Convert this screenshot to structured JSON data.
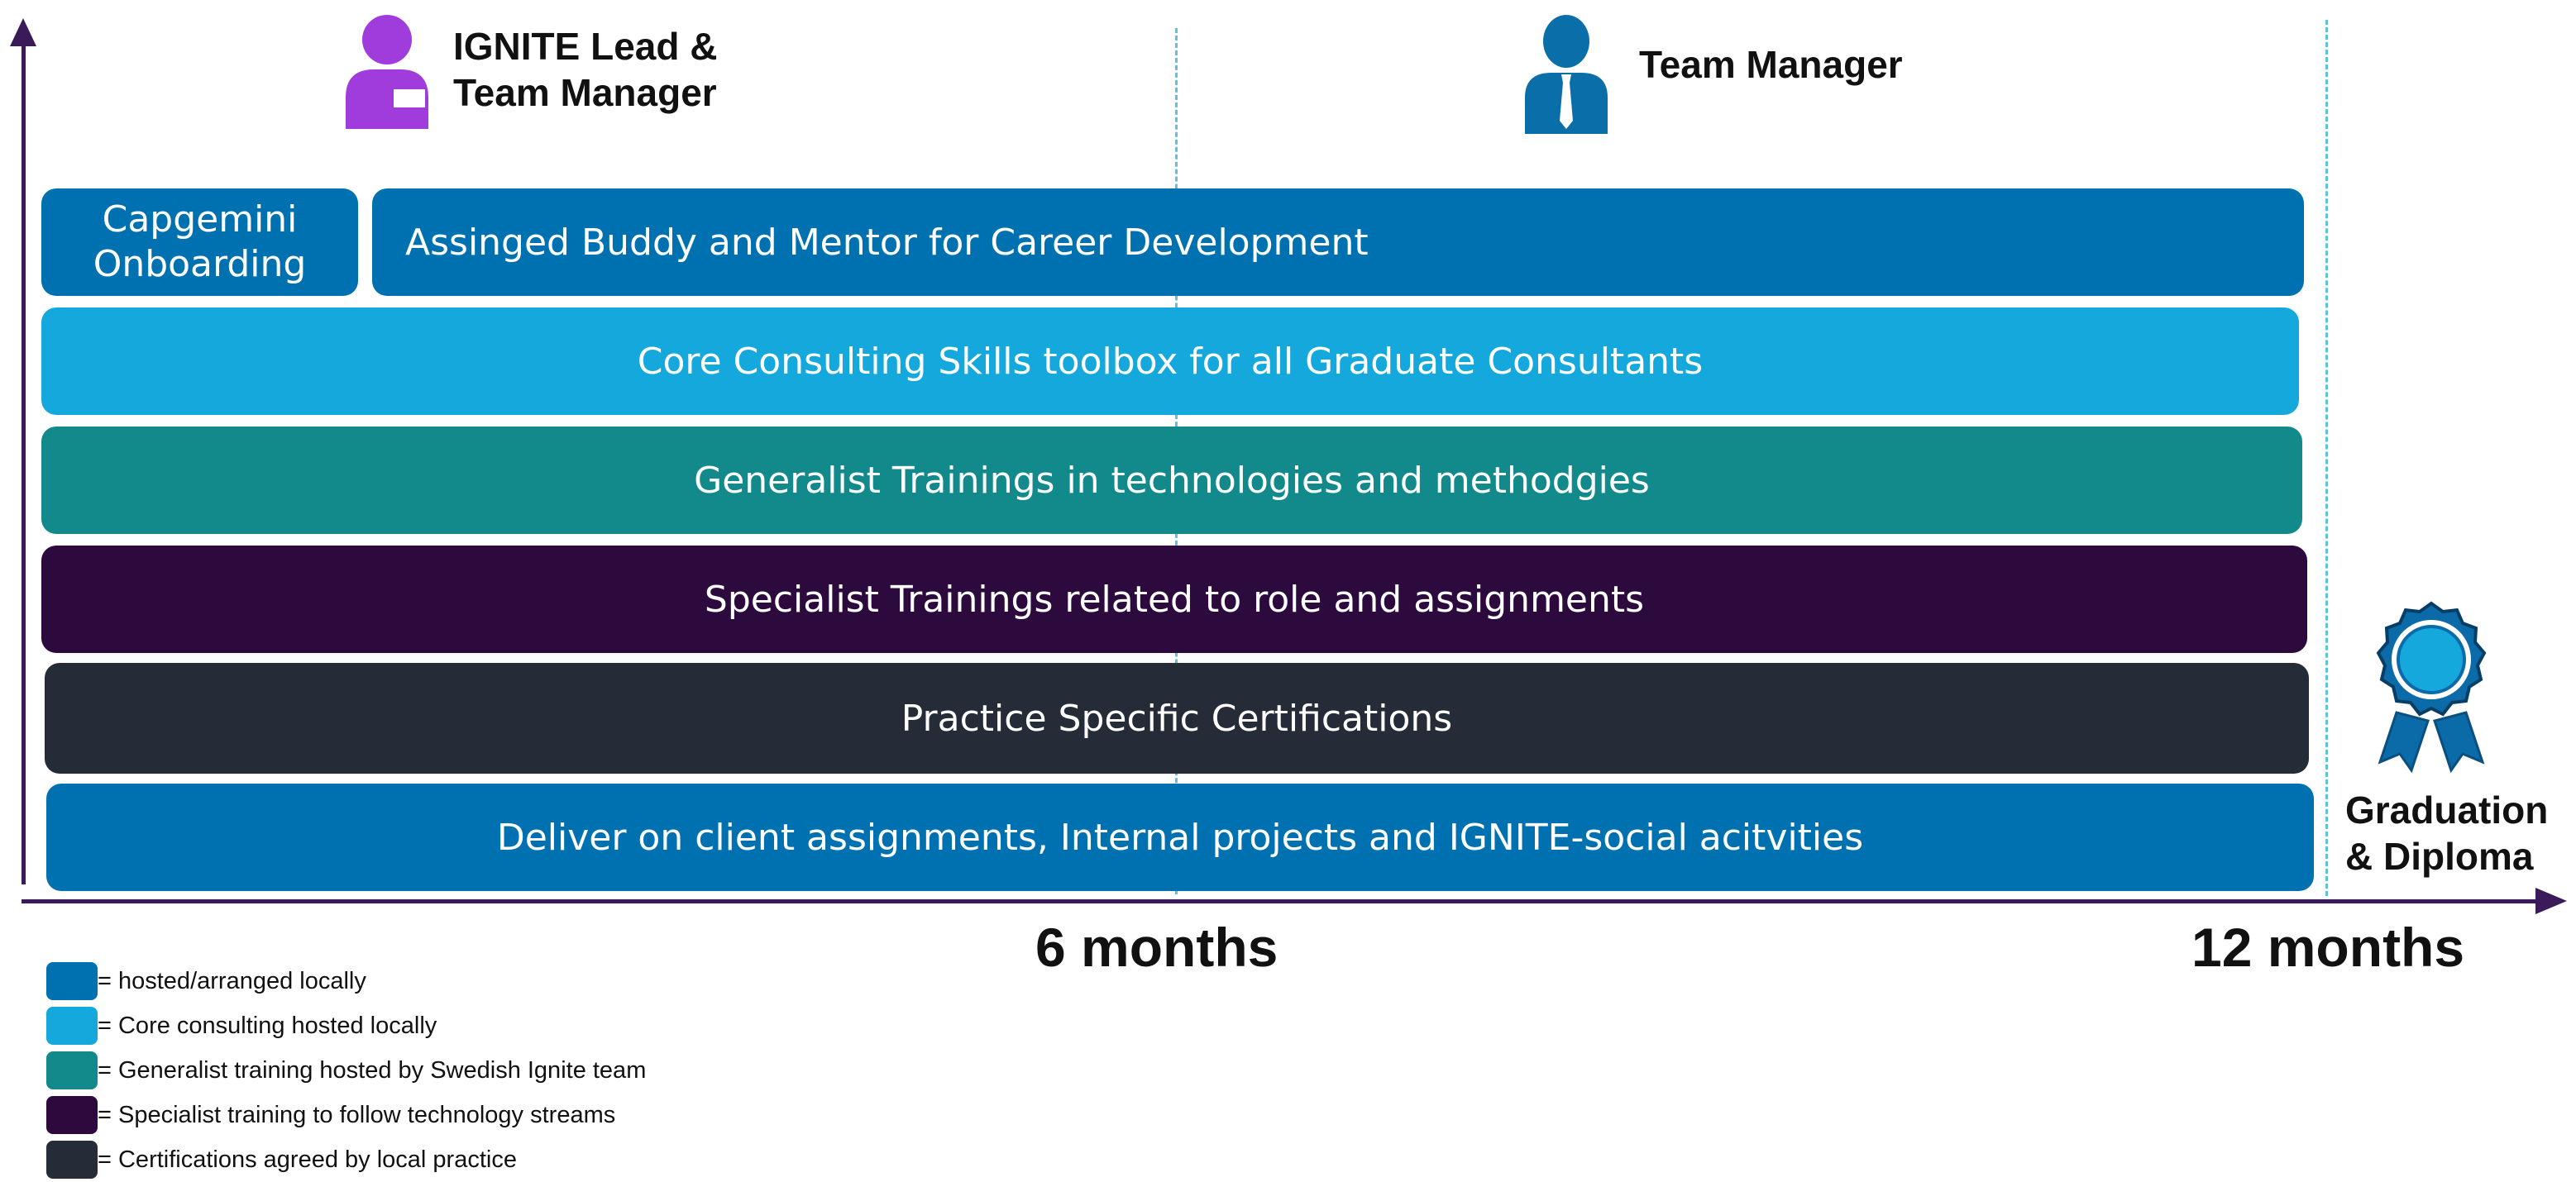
{
  "colors": {
    "axis": "#3b1a5a",
    "local": "#0071b0",
    "core": "#14a8dc",
    "generalist": "#12898a",
    "specialist": "#2d0a3d",
    "certifications": "#262b38",
    "ignite_lead_icon": "#a03cdc",
    "team_manager_icon": "#0a6fa8",
    "medal": "#0b6aa8",
    "milestone_line": "#5ec3d8"
  },
  "roles": {
    "ignite_lead": {
      "title": "IGNITE Lead &\nTeam Manager",
      "icon": "person-with-badge-icon"
    },
    "team_manager": {
      "title": "Team Manager",
      "icon": "person-with-tie-icon"
    }
  },
  "bars": {
    "onboarding": "Capgemini\nOnboarding",
    "buddy": "Assinged Buddy and Mentor for Career Development",
    "core": "Core Consulting Skills toolbox for all Graduate Consultants",
    "generalist": "Generalist Trainings in technologies and methodgies",
    "specialist": "Specialist Trainings related to role and assignments",
    "certifications": "Practice Specific Certifications",
    "deliver": "Deliver on client assignments, Internal projects and IGNITE-social acitvities"
  },
  "timeline": {
    "six_months": "6 months",
    "twelve_months": "12 months"
  },
  "graduation": {
    "label": "Graduation\n& Diploma",
    "icon": "medal-ribbon-icon"
  },
  "legend": [
    {
      "label": "= hosted/arranged locally",
      "color": "#0071b0"
    },
    {
      "label": "= Core consulting hosted locally",
      "color": "#14a8dc"
    },
    {
      "label": "= Generalist training hosted by Swedish Ignite team",
      "color": "#12898a"
    },
    {
      "label": "= Specialist training to follow technology streams",
      "color": "#2d0a3d"
    },
    {
      "label": "= Certifications agreed by local practice",
      "color": "#262b38"
    }
  ]
}
